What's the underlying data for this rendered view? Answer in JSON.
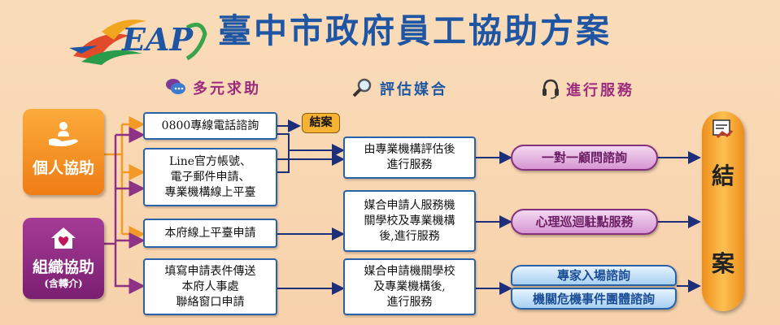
{
  "header": {
    "title": "臺中市政府員工協助方案",
    "logo_text": "EAP"
  },
  "columns": [
    {
      "label": "多元求助",
      "icon": "chat-bubbles-icon"
    },
    {
      "label": "評估媒合",
      "icon": "magnifier-icon"
    },
    {
      "label": "進行服務",
      "icon": "headset-icon"
    }
  ],
  "entry": {
    "personal": {
      "label": "個人協助",
      "icon": "hand-person-icon"
    },
    "org": {
      "label": "組織協助",
      "sublabel": "(含轉介)",
      "icon": "house-heart-icon"
    }
  },
  "channels": [
    {
      "label": "0800專線電話諮詢"
    },
    {
      "label": "Line官方帳號、\n電子郵件申請、\n專業機構線上平臺"
    },
    {
      "label": "本府線上平臺申請"
    },
    {
      "label": "填寫申請表件傳送\n本府人事處\n聯絡窗口申請"
    }
  ],
  "early_close": "結案",
  "assessments": [
    {
      "label": "由專業機構評估後\n進行服務"
    },
    {
      "label": "媒合申請人服務機\n關學校及專業機構\n後,進行服務"
    },
    {
      "label": "媒合申請機關學校\n及專業機構後,\n進行服務"
    }
  ],
  "services": [
    {
      "label": "一對一顧問諮詢"
    },
    {
      "label": "心理巡迴駐點服務"
    },
    {
      "label": "專家入場諮詢"
    },
    {
      "label": "機關危機事件團體諮詢"
    }
  ],
  "closing": {
    "char1": "結",
    "char2": "案",
    "icon": "handshake-icon"
  },
  "colors": {
    "blue": "#1f56a3",
    "orange": "#f29a25",
    "purple": "#8e3286",
    "navy": "#1e2f7a"
  }
}
